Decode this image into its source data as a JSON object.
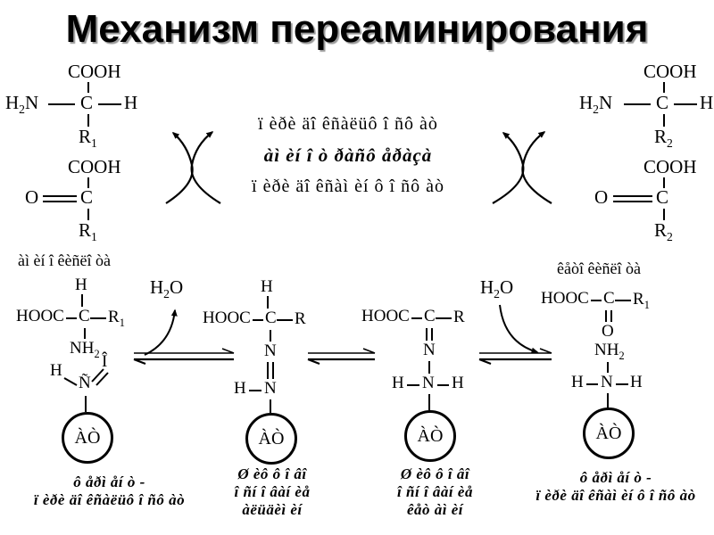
{
  "slide": {
    "title": "Механизм переаминирования",
    "tokens": {
      "cooh": "COOH",
      "hooc": "HOOC",
      "h2n": "H_2N",
      "nh2": "NH_2",
      "h2o": "H_2O",
      "c": "C",
      "h": "H",
      "o": "O",
      "n": "N",
      "r": "R",
      "r1": "R_1",
      "r2": "R_2",
      "c_cyrillic": "Ñ",
      "o_cyrillic": "Î",
      "enzyme": "ÀÒ"
    },
    "center": {
      "pyridoxal_phosphate": "ï èðè äî êñàëüô î ñô àò",
      "aminotransferase": "àì èí î ò ðàñô åðàçà",
      "pyridoxamine_phosphate": "ï èðè äî êñàì èí ô î ñô àò"
    },
    "labels": {
      "amino_acid": "àì èí î êèñëî òà",
      "keto_acid": "êåòî êèñëî òà",
      "ferment": "ô åðì åí ò -",
      "schiff_line1": "Ø èô ô î âî",
      "schiff_line2": "î ñí î âàí èå",
      "aldimine": "àëüäèì èí",
      "ketimine": "êåò àì èí"
    },
    "colors": {
      "background": "#ffffff",
      "ink": "#000000",
      "title_shadow": "#9a9a9a"
    }
  }
}
